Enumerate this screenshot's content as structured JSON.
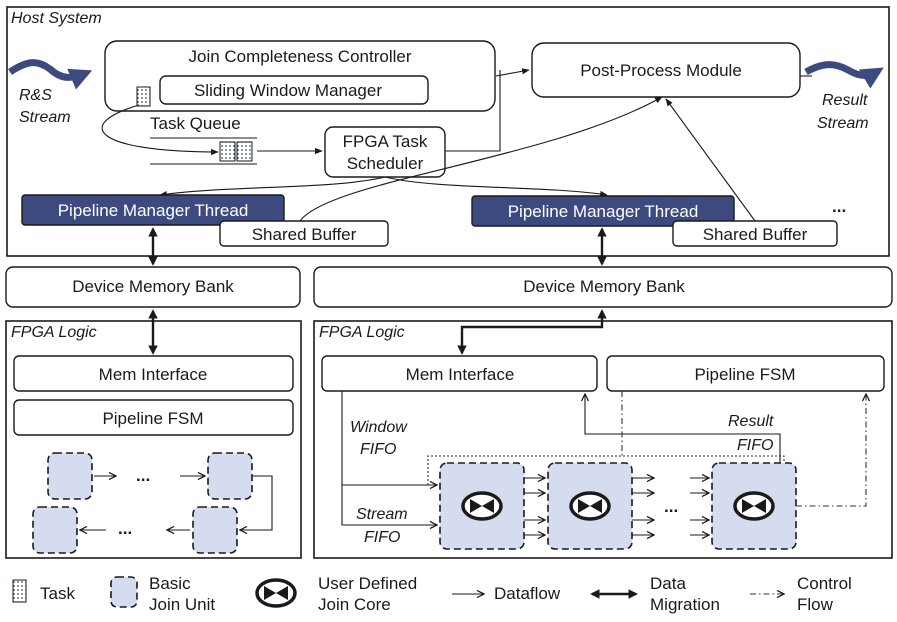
{
  "host": {
    "title": "Host System",
    "input_stream": [
      "R&S",
      "Stream"
    ],
    "result_stream": [
      "Result",
      "Stream"
    ],
    "join_controller": "Join Completeness Controller",
    "sliding_window": "Sliding Window Manager",
    "task_queue": "Task Queue",
    "fpga_scheduler": [
      "FPGA Task",
      "Scheduler"
    ],
    "post_process": "Post-Process Module",
    "pipeline_thread": "Pipeline Manager Thread",
    "shared_buffer": "Shared Buffer",
    "ellipsis": "..."
  },
  "device": {
    "memory_bank": "Device Memory Bank"
  },
  "fpga": {
    "title": "FPGA Logic",
    "mem_interface": "Mem Interface",
    "pipeline_fsm": "Pipeline FSM",
    "window_fifo": [
      "Window",
      "FIFO"
    ],
    "stream_fifo": [
      "Stream",
      "FIFO"
    ],
    "result_fifo": [
      "Result",
      "FIFO"
    ],
    "ellipsis": "..."
  },
  "legend": {
    "task": "Task",
    "basic_join_unit": [
      "Basic",
      "Join Unit"
    ],
    "user_defined_core": [
      "User Defined",
      "Join Core"
    ],
    "dataflow": "Dataflow",
    "data_migration": [
      "Data",
      "Migration"
    ],
    "control_flow": [
      "Control",
      "Flow"
    ]
  },
  "colors": {
    "thread_fill": "#3d4a7f",
    "unit_fill": "#d6dcef",
    "stream_arrow": "#3d4a7f"
  }
}
